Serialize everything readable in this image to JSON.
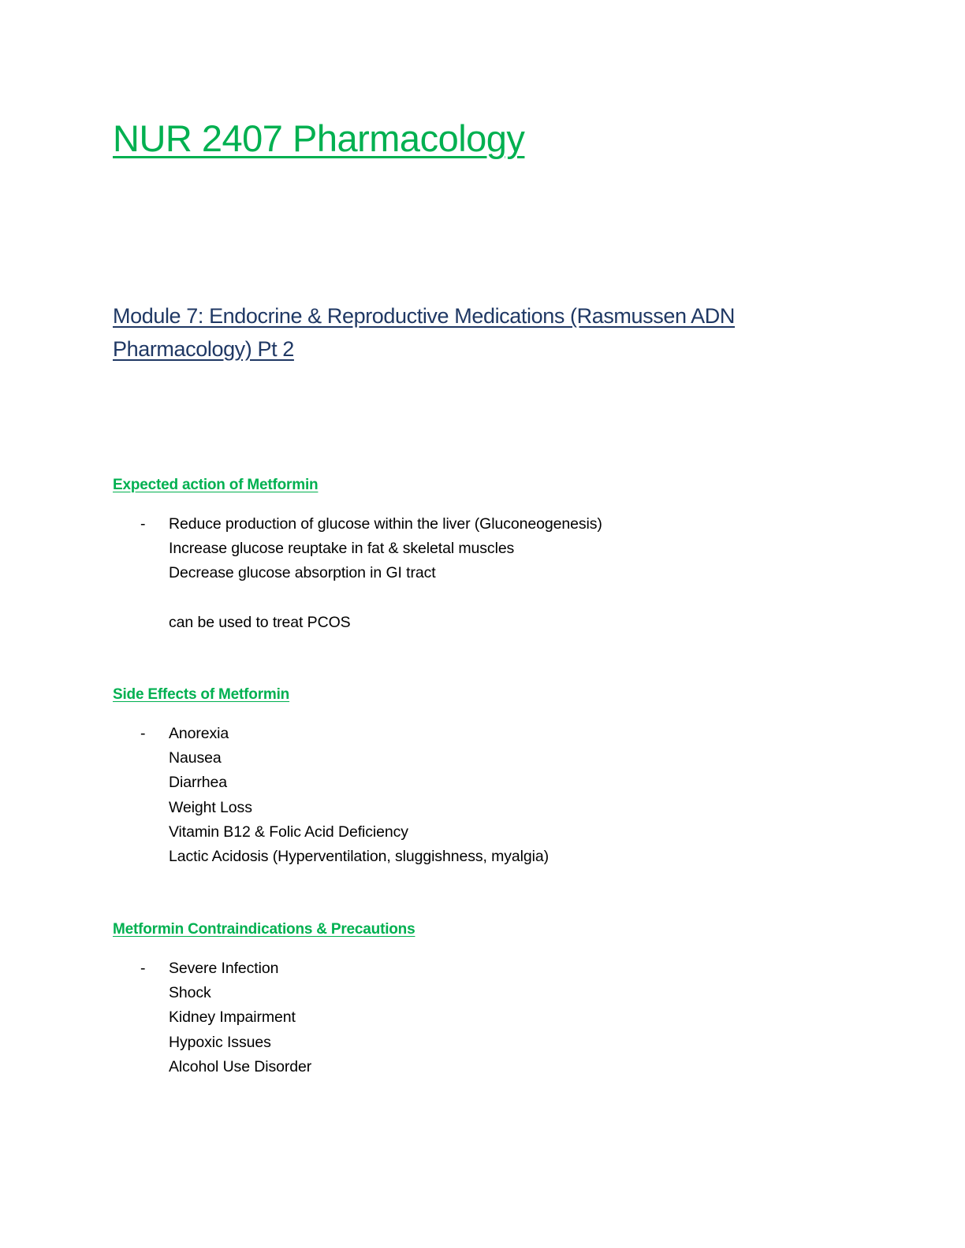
{
  "title": "NUR 2407 Pharmacology",
  "module_heading": "Module 7: Endocrine & Reproductive Medications (Rasmussen ADN Pharmacology) Pt 2",
  "sections": [
    {
      "heading": "Expected action of Metformin",
      "bullet": "-",
      "items": [
        "Reduce production of glucose within the liver (Gluconeogenesis)",
        "Increase glucose reuptake in fat & skeletal muscles",
        "Decrease glucose absorption in GI tract"
      ],
      "note": "can be used to treat PCOS"
    },
    {
      "heading": "Side Effects of Metformin",
      "bullet": "-",
      "items": [
        "Anorexia",
        "Nausea",
        "Diarrhea",
        "Weight Loss",
        "Vitamin B12 & Folic Acid Deficiency",
        "Lactic Acidosis (Hyperventilation, sluggishness, myalgia)"
      ]
    },
    {
      "heading": "Metformin Contraindications & Precautions",
      "bullet": "-",
      "items": [
        "Severe Infection",
        "Shock",
        "Kidney Impairment",
        "Hypoxic Issues",
        "Alcohol Use Disorder"
      ]
    }
  ]
}
